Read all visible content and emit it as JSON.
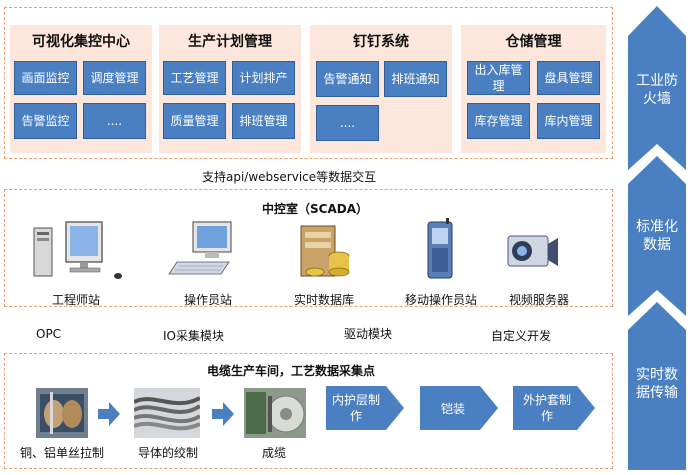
{
  "top_groups": [
    {
      "title": "可视化集控中心",
      "items": [
        "画面监控",
        "调度管理",
        "告警监控",
        "...."
      ]
    },
    {
      "title": "生产计划管理",
      "items": [
        "工艺管理",
        "计划排产",
        "质量管理",
        "排班管理"
      ]
    },
    {
      "title": "钉钉系统",
      "items": [
        "告警通知",
        "排班通知",
        "...."
      ]
    },
    {
      "title": "仓储管理",
      "items": [
        "出入库管理",
        "盘具管理",
        "库存管理",
        "库内管理"
      ]
    }
  ],
  "interface_note": "支持api/webservice等数据交互",
  "scada": {
    "title": "中控室（SCADA）",
    "nodes": [
      "工程师站",
      "操作员站",
      "实时数据库",
      "移动操作员站",
      "视频服务器"
    ]
  },
  "protocols": [
    "OPC",
    "IO采集模块",
    "驱动模块",
    "自定义开发"
  ],
  "workshop": {
    "title": "电缆生产车间，工艺数据采集点",
    "photos": [
      "铜、铝单丝拉制",
      "导体的绞制",
      "成缆"
    ],
    "steps": [
      "内护层制作",
      "铠装",
      "外护套制作"
    ]
  },
  "layers": [
    "工业防火墙",
    "标准化数据",
    "实时数据传输"
  ],
  "colors": {
    "accent_blue": "#4a7fc1",
    "group_bg": "#fde6dc",
    "frame": "#e8a070"
  }
}
